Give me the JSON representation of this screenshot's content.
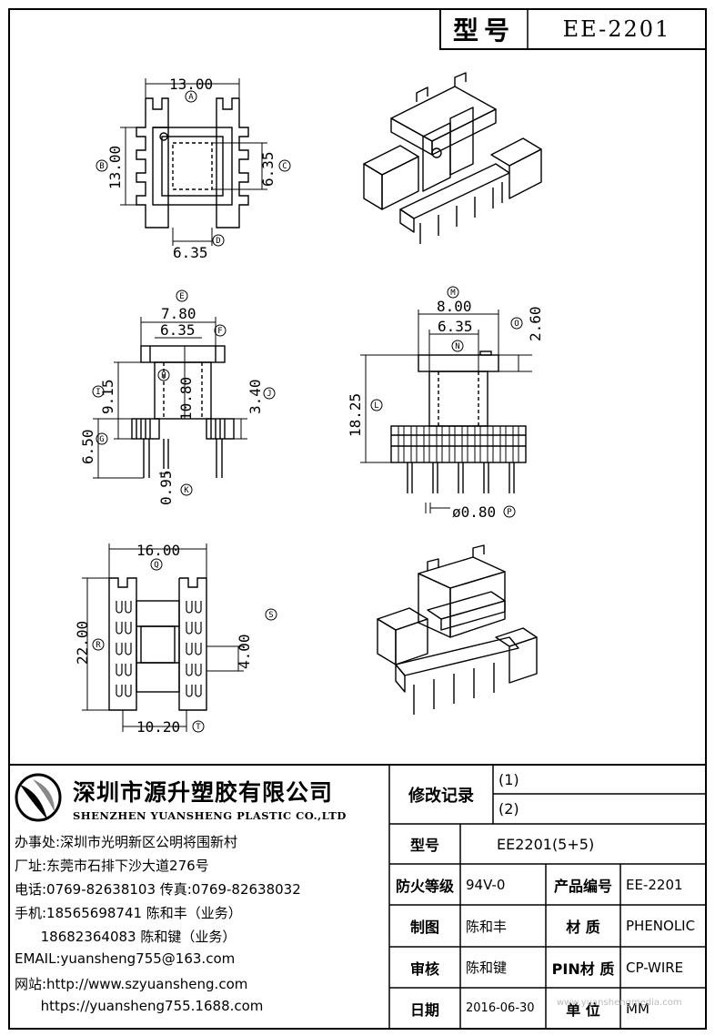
{
  "header": {
    "model_label": "型号",
    "model_value": "EE-2201"
  },
  "dimensions": {
    "A": "13.00",
    "B": "13.00",
    "C": "6.35",
    "D": "6.35",
    "E": "7.80",
    "F": "6.35",
    "H": "9.15",
    "HB": "10.80",
    "I": "3.40",
    "G": "6.50",
    "K": "0.95",
    "M": "8.00",
    "N": "6.35",
    "O": "2.60",
    "L": "18.25",
    "P": "ø0.80",
    "Q": "16.00",
    "R": "22.00",
    "S4": "4.00",
    "T": "10.20"
  },
  "markers": {
    "A": "A",
    "B": "B",
    "C": "C",
    "D": "D",
    "E": "E",
    "F": "F",
    "G": "G",
    "H": "H",
    "I": "I",
    "J": "J",
    "K": "K",
    "L": "L",
    "M": "M",
    "N": "N",
    "O": "O",
    "P": "P",
    "Q": "Q",
    "R": "R",
    "S": "S",
    "T": "T"
  },
  "company": {
    "name_cn": "深圳市源升塑胶有限公司",
    "name_en": "SHENZHEN YUANSHENG PLASTIC CO.,LTD"
  },
  "contacts": [
    "办事处:深圳市光明新区公明将围新村",
    "厂址:东莞市石排下沙大道276号",
    "电话:0769-82638103 传真:0769-82638032",
    "手机:18565698741 陈和丰（业务）",
    "      18682364083 陈和键（业务）",
    "EMAIL:yuansheng755@163.com",
    "网站:http://www.szyuansheng.com",
    "      https://yuansheng755.1688.com"
  ],
  "revision": {
    "label": "修改记录",
    "r1": "(1)",
    "r2": "(2)"
  },
  "spec": {
    "model_label": "型号",
    "model_value": "EE2201(5+5)",
    "fire_label": "防火等级",
    "fire_value": "94V-0",
    "code_label": "产品编号",
    "code_value": "EE-2201",
    "draw_label": "制图",
    "draw_value": "陈和丰",
    "material_label": "材 质",
    "material_value": "PHENOLIC",
    "check_label": "审核",
    "check_value": "陈和键",
    "pin_label": "PIN材 质",
    "pin_value": "CP-WIRE",
    "date_label": "日期",
    "date_value": "2016-06-30",
    "unit_label": "单 位",
    "unit_value": "MM"
  },
  "watermark": "www.yuanshengmedia.com"
}
